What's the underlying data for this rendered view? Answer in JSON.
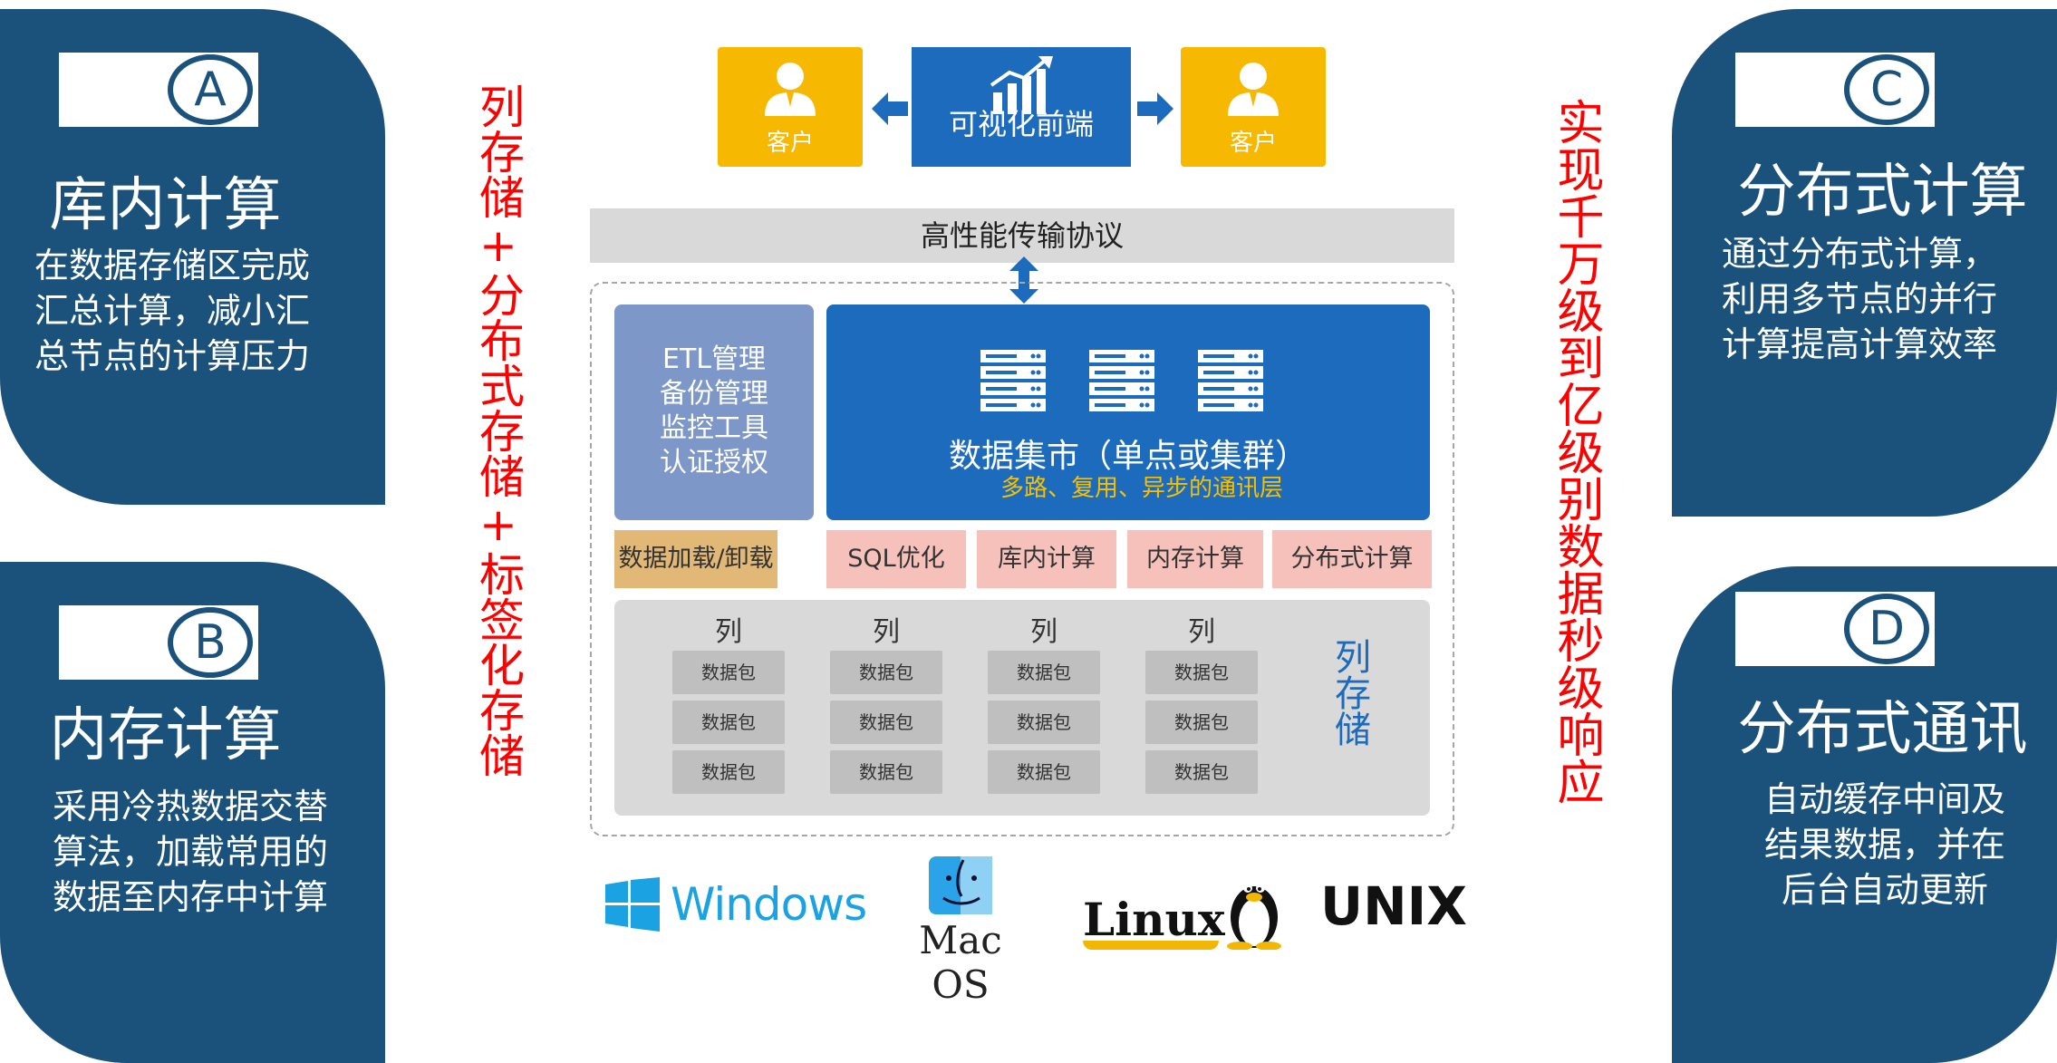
{
  "panels": {
    "a": {
      "letter": "A",
      "title": "库内计算",
      "desc": [
        "在数据存储区完成",
        "汇总计算，减小汇",
        "总节点的计算压力"
      ]
    },
    "b": {
      "letter": "B",
      "title": "内存计算",
      "desc": [
        "采用冷热数据交替",
        "算法，加载常用的",
        "数据至内存中计算"
      ]
    },
    "c": {
      "letter": "C",
      "title": "分布式计算",
      "desc": [
        "通过分布式计算，",
        "利用多节点的并行",
        "计算提高计算效率"
      ]
    },
    "d": {
      "letter": "D",
      "title": "分布式通讯",
      "desc": [
        "自动缓存中间及",
        "结果数据，并在",
        "后台自动更新"
      ]
    }
  },
  "left_vertical": "列存储+分布式存储+标签化存储",
  "right_vertical": "实现千万级到亿级别数据秒级响应",
  "top": {
    "client_left": "客户",
    "frontend": "可视化前端",
    "client_right": "客户",
    "protocol": "高性能传输协议"
  },
  "management": [
    "ETL管理",
    "备份管理",
    "监控工具",
    "认证授权"
  ],
  "datamart": {
    "title": "数据集市（单点或集群）",
    "subtitle": "多路、复用、异步的通讯层"
  },
  "functions": [
    "数据加载/卸载",
    "SQL优化",
    "库内计算",
    "内存计算",
    "分布式计算"
  ],
  "column_storage": {
    "column_header": "列",
    "packet": "数据包",
    "label": "列存储"
  },
  "os": {
    "windows": "Windows",
    "mac": "Mac OS",
    "linux": "Linux",
    "unix": "UNIX"
  },
  "colors": {
    "panel": "#1b527c",
    "accent_blue": "#1d6bbd",
    "client": "#f6b800",
    "red_text": "#ff0000",
    "subtitle_yellow": "#f6c000"
  }
}
